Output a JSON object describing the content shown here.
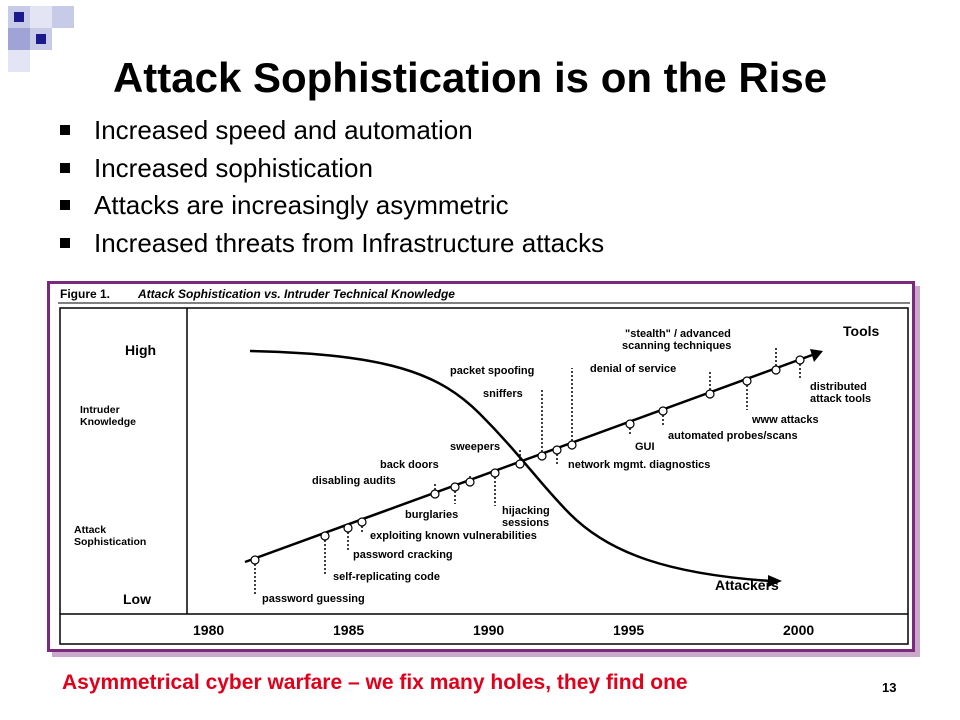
{
  "slide": {
    "title": "Attack Sophistication is on the Rise",
    "bullets": [
      "Increased speed and automation",
      "Increased sophistication",
      "Attacks are increasingly asymmetric",
      "Increased threats from Infrastructure attacks"
    ],
    "footer": "Asymmetrical cyber warfare – we fix many holes, they find one",
    "page_number": "13"
  },
  "figure": {
    "caption_prefix": "Figure 1.",
    "caption": "Attack Sophistication vs. Intruder Technical Knowledge",
    "y_labels": {
      "high": "High",
      "intruder_knowledge": [
        "Intruder",
        "Knowledge"
      ],
      "attack_sophistication": [
        "Attack",
        "Sophistication"
      ],
      "low": "Low"
    },
    "x_ticks": [
      "1980",
      "1985",
      "1990",
      "1995",
      "2000"
    ],
    "curves": {
      "tools": "Tools",
      "attackers": "Attackers"
    },
    "labels": {
      "stealth": [
        "\"stealth\" / advanced",
        "scanning techniques"
      ],
      "packet_spoofing": "packet spoofing",
      "denial_of_service": "denial of service",
      "sniffers": "sniffers",
      "distributed": [
        "distributed",
        "attack tools"
      ],
      "www_attacks": "www attacks",
      "automated_probes": "automated probes/scans",
      "sweepers": "sweepers",
      "gui": "GUI",
      "back_doors": "back doors",
      "network_mgmt": "network mgmt. diagnostics",
      "disabling_audits": "disabling audits",
      "burglaries": "burglaries",
      "hijacking": [
        "hijacking",
        "sessions"
      ],
      "exploiting": "exploiting known vulnerabilities",
      "password_cracking": "password cracking",
      "self_replicating": "self-replicating code",
      "password_guessing": "password guessing"
    }
  },
  "colors": {
    "frame": "#7a2a7a",
    "footer_text": "#e0001b",
    "deco_dark": "#1a1a8c",
    "deco_light": "#9fa3d6"
  }
}
